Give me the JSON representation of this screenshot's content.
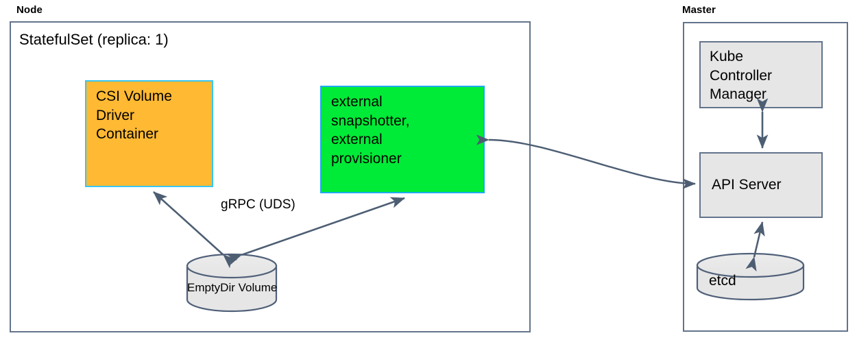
{
  "diagram": {
    "title_node": "Node",
    "title_master": "Master",
    "node_subtitle": "StatefulSet (replica: 1)",
    "boxes": {
      "csi_driver": "CSI Volume\nDriver\nContainer",
      "external_sidecars": "external\nsnapshotter,\nexternal\nprovisioner",
      "kube_controller_manager": "Kube\nController\nManager",
      "api_server": "API Server"
    },
    "cylinders": {
      "emptydir": "EmptyDir Volume",
      "etcd": "etcd"
    },
    "edges": {
      "grpc_uds": "gRPC (UDS)"
    },
    "colors": {
      "orange_fill": "#ffb933",
      "orange_border": "#37c6f0",
      "green_fill": "#00eb37",
      "green_border": "#1eaaf0",
      "grey_fill": "#e6e6e6",
      "outline": "#63738c",
      "arrow": "#4d5e73",
      "background": "#ffffff"
    }
  }
}
